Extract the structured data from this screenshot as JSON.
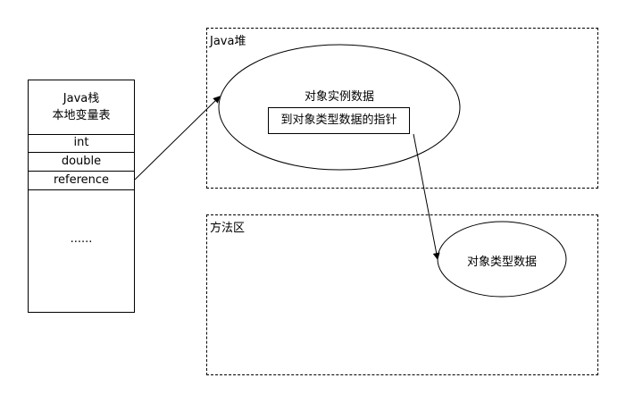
{
  "stack": {
    "title_line1": "Java栈",
    "title_line2": "本地变量表",
    "rows": [
      "int",
      "double",
      "reference"
    ],
    "more": "......"
  },
  "heap": {
    "label": "Java堆",
    "instance_label": "对象实例数据",
    "pointer_label": "到对象类型数据的指针"
  },
  "method_area": {
    "label": "方法区",
    "type_label": "对象类型数据"
  }
}
